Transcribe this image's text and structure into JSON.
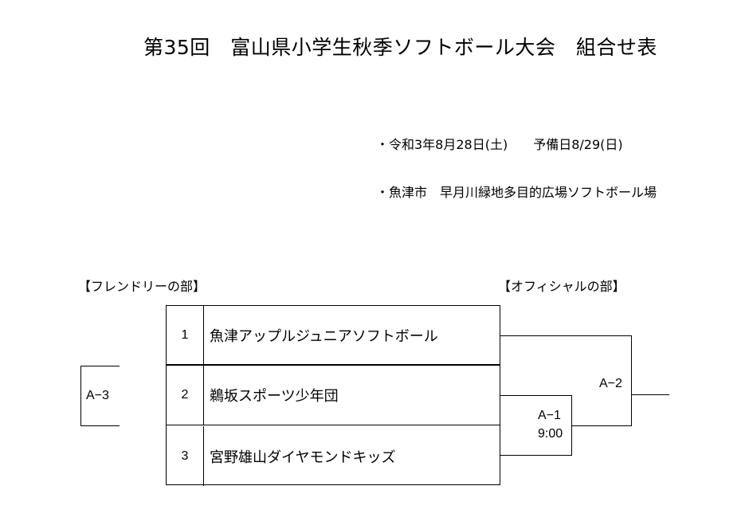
{
  "title": "第35回　富山県小学生秋季ソフトボール大会　組合せ表",
  "info": {
    "date": "・令和3年8月28日(土)　　予備日8/29(日)",
    "venue": "・魚津市　早月川緑地多目的広場ソフトボール場"
  },
  "sections": {
    "friendly": "【フレンドリーの部】",
    "official": "【オフィシャルの部】"
  },
  "teams": [
    {
      "number": "1",
      "name": "魚津アップルジュニアソフトボール"
    },
    {
      "number": "2",
      "name": "鵜坂スポーツ少年団"
    },
    {
      "number": "3",
      "name": "宮野雄山ダイヤモンドキッズ"
    }
  ],
  "matches": {
    "a3": {
      "label": "A−3"
    },
    "a1": {
      "label": "A−1",
      "time": "9:00"
    },
    "a2": {
      "label": "A−2"
    }
  }
}
